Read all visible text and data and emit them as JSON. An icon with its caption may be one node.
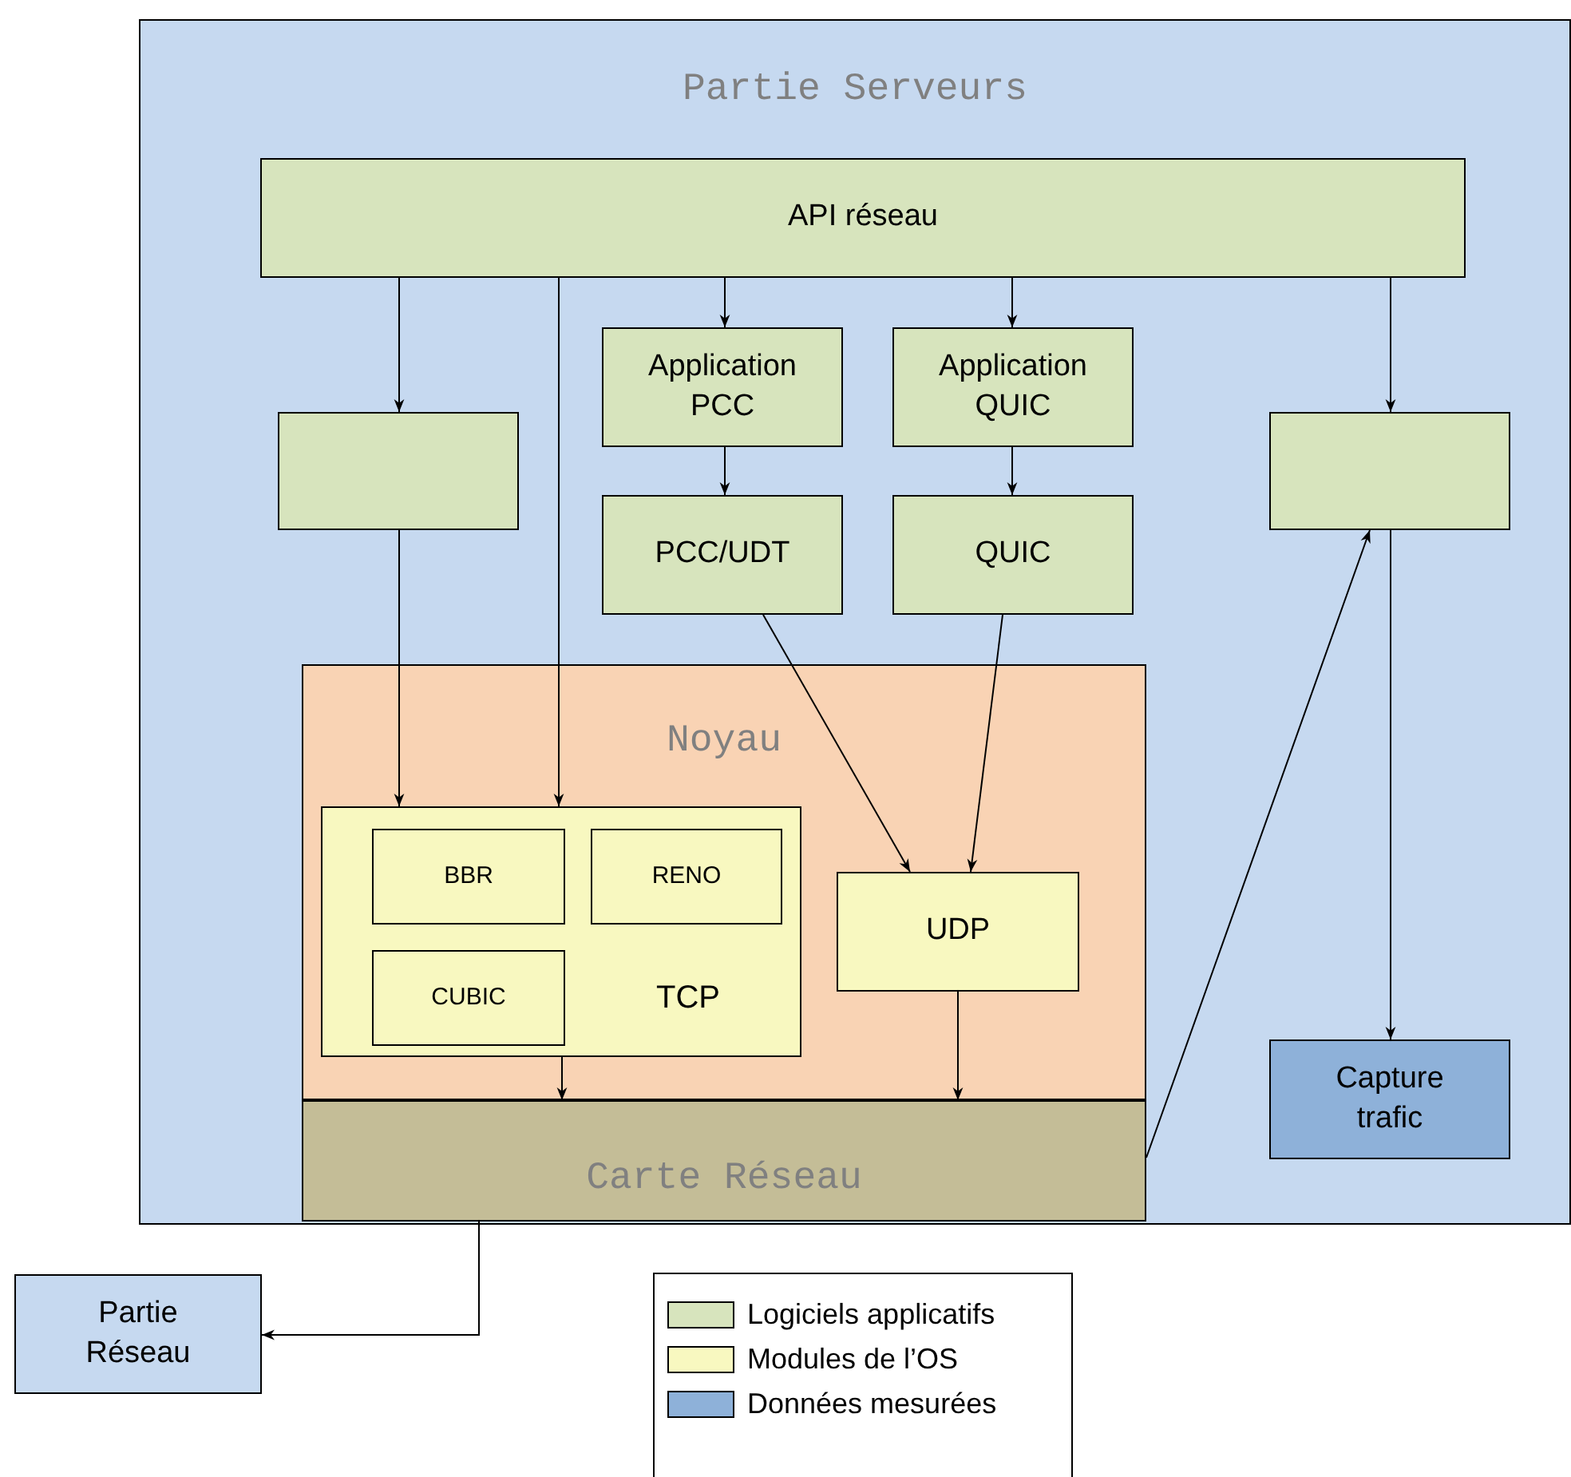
{
  "diagram": {
    "nodes": [
      {
        "text": [
          "Partie Serveurs"
        ]
      },
      {
        "text": [
          "API réseau"
        ],
        "in": 0
      },
      {
        "text": [],
        "shape": "box",
        "in": 0
      },
      {
        "text": [
          "Application PCC"
        ],
        "in": 0
      },
      {
        "text": [
          "Application QUIC"
        ],
        "in": 0
      },
      {
        "text": [],
        "shape": "box",
        "in": 0
      },
      {
        "text": [
          "PCC/UDT"
        ],
        "in": 0
      },
      {
        "text": [
          "QUIC"
        ],
        "in": 0
      },
      {
        "text": [
          "Noyau"
        ],
        "in": 0
      },
      {
        "text": [
          "TCP"
        ],
        "in": 8
      },
      {
        "text": [
          "BBR"
        ],
        "in": 9
      },
      {
        "text": [
          "RENO"
        ],
        "in": 9
      },
      {
        "text": [
          "CUBIC"
        ],
        "in": 9
      },
      {
        "text": [
          "UDP"
        ],
        "in": 8
      },
      {
        "text": [
          "Carte Réseau"
        ],
        "in": 0
      },
      {
        "text": [
          "Capture trafic"
        ],
        "in": 0
      },
      {
        "text": [
          "Partie Réseau"
        ]
      }
    ],
    "edges": [
      {
        "from": 1,
        "to": 2,
        "arrow": "to"
      },
      {
        "from": 1,
        "to": 9,
        "arrow": "to"
      },
      {
        "from": 1,
        "to": 3,
        "arrow": "to"
      },
      {
        "from": 1,
        "to": 4,
        "arrow": "to"
      },
      {
        "from": 1,
        "to": 5,
        "arrow": "to"
      },
      {
        "from": 3,
        "to": 6,
        "arrow": "to"
      },
      {
        "from": 4,
        "to": 7,
        "arrow": "to"
      },
      {
        "from": 2,
        "to": 9,
        "arrow": "to"
      },
      {
        "from": 6,
        "to": 13,
        "arrow": "to"
      },
      {
        "from": 7,
        "to": 13,
        "arrow": "to"
      },
      {
        "from": 9,
        "to": 14,
        "arrow": "to"
      },
      {
        "from": 13,
        "to": 14,
        "arrow": "to"
      },
      {
        "from": 14,
        "to": 5,
        "arrow": "to"
      },
      {
        "from": 5,
        "to": 15,
        "arrow": "to"
      },
      {
        "from": 14,
        "to": 16,
        "arrow": "to"
      }
    ],
    "legend": [
      {
        "text": "Logiciels applicatifs",
        "color": "#d7e4bd"
      },
      {
        "text": "Modules de l’OS",
        "color": "#f8f8c0"
      },
      {
        "text": "Données mesurées",
        "color": "#8eb1d9"
      }
    ]
  }
}
